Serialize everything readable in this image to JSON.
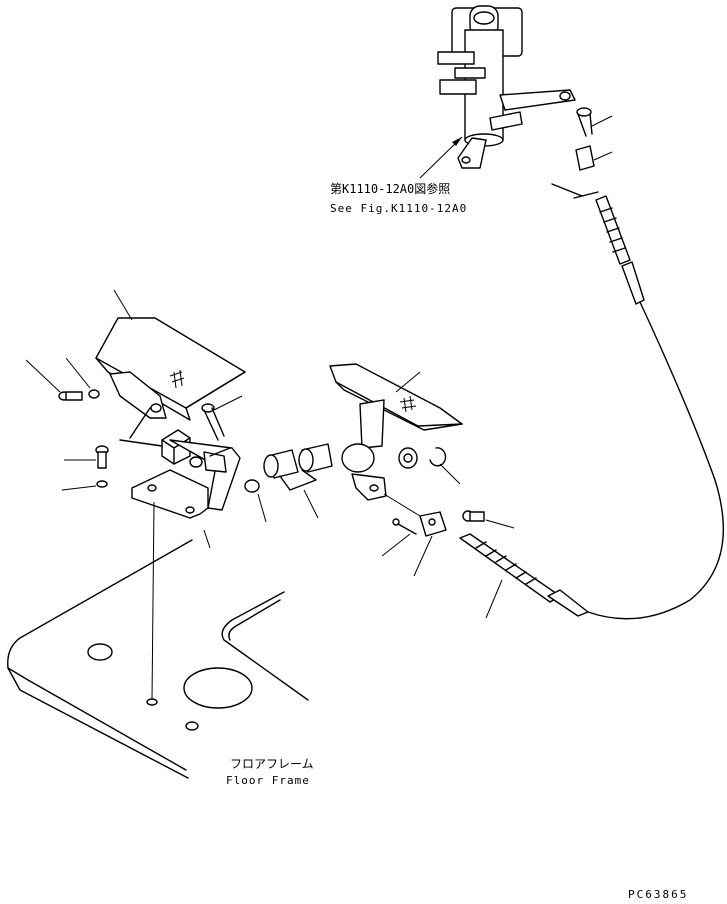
{
  "labels": {
    "ref_jp": "第K1110-12A0図参照",
    "ref_en": "See Fig.K1110-12A0",
    "floor_jp": "フロアフレーム",
    "floor_en": "Floor Frame",
    "drawing_code": "PC63865"
  }
}
